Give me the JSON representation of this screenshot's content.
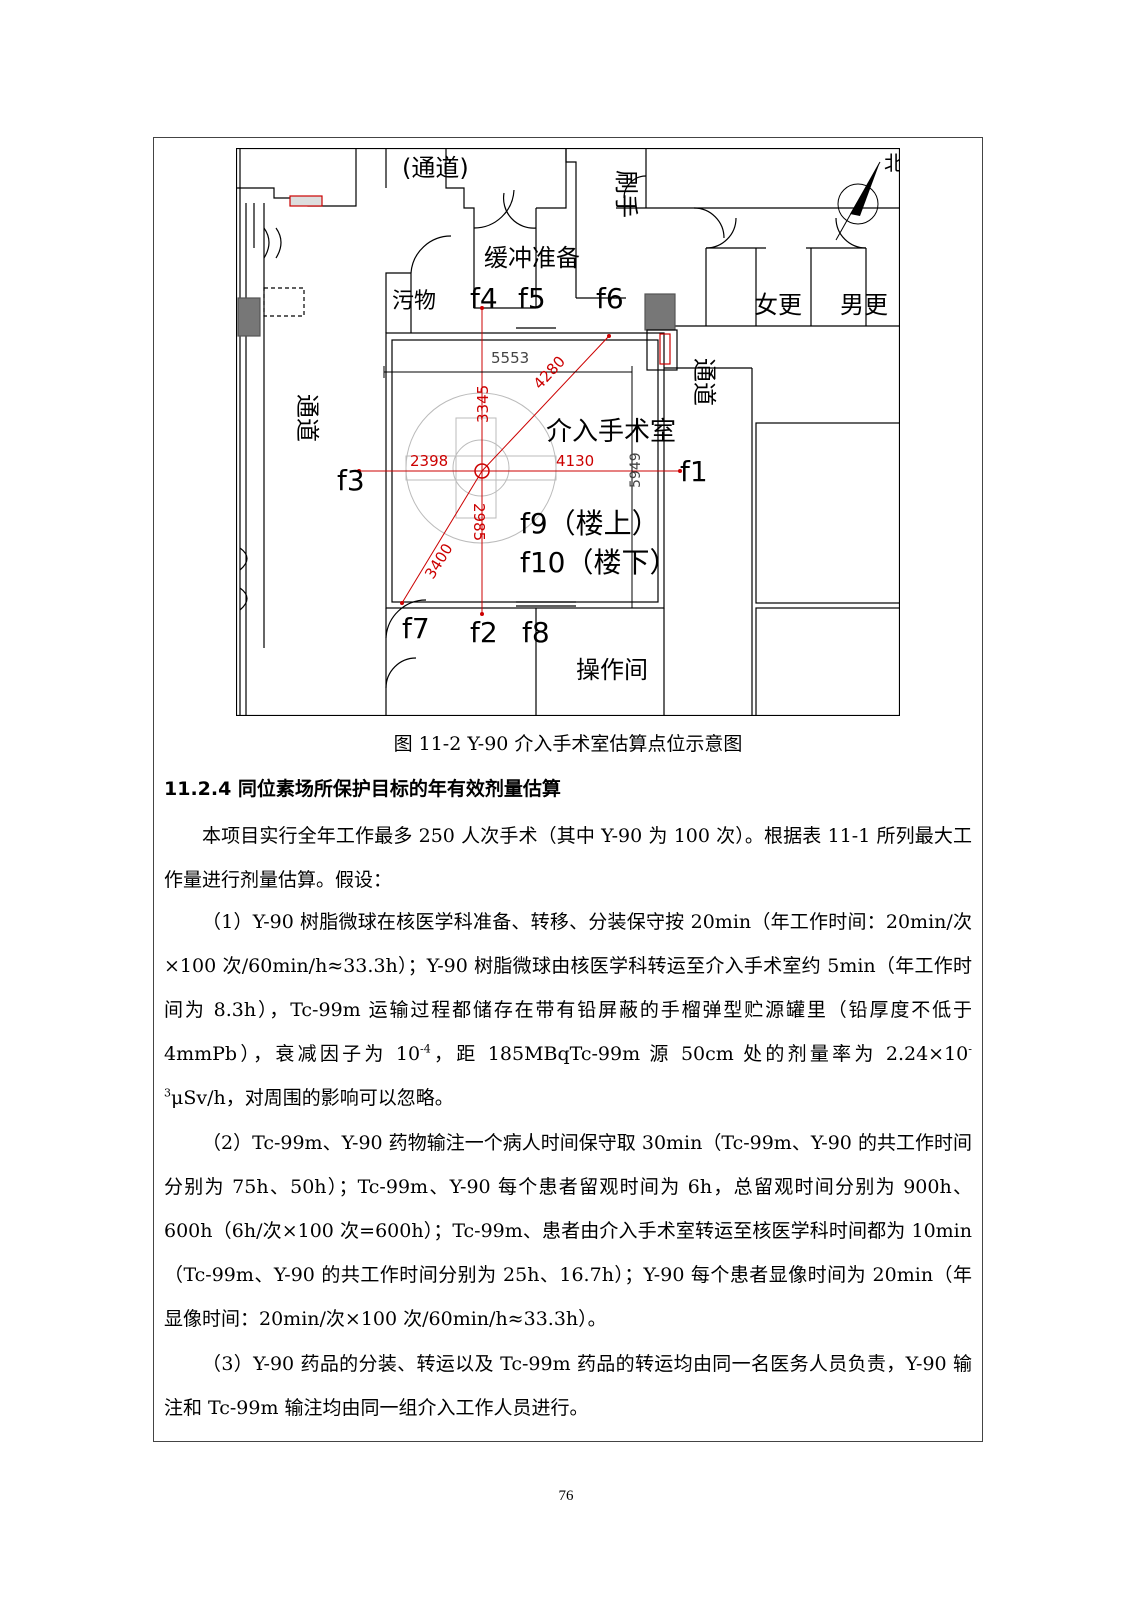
{
  "figure": {
    "room_labels": {
      "corridor_top": "(通道)",
      "wash": "刷手",
      "buffer": "缓冲准备",
      "waste": "污物",
      "female_change": "女更",
      "male_change": "男更",
      "corridor_left": "通道",
      "corridor_right": "通道",
      "or_room": "介入手术室",
      "control_room": "操作间"
    },
    "points": {
      "f1": "f1",
      "f2": "f2",
      "f3": "f3",
      "f4": "f4",
      "f5": "f5",
      "f6": "f6",
      "f7": "f7",
      "f8": "f8",
      "f9": "f9（楼上）",
      "f10": "f10（楼下）"
    },
    "dimensions": {
      "width": "5553",
      "depth": "5949",
      "to_f1": "4130",
      "to_f3": "2398",
      "to_f4": "3345",
      "to_f2": "2985",
      "to_f6": "4280",
      "to_f7": "3400"
    },
    "north_label": "北",
    "caption": "图 11-2    Y-90 介入手术室估算点位示意图"
  },
  "section": {
    "heading": "11.2.4 同位素场所保护目标的年有效剂量估算",
    "intro": "本项目实行全年工作最多 250 人次手术（其中 Y-90 为 100 次）。根据表 11-1 所列最大工作量进行剂量估算。假设：",
    "item1": {
      "part_a": "（1）Y-90 树脂微球在核医学科准备、转移、分装保守按 20min（年工作时间：20min/次×100 次/60min/h≈33.3h）；Y-90 树脂微球由核医学科转运至介入手术室约 5min（年工作时间为 8.3h），Tc-99m 运输过程都储存在带有铅屏蔽的手榴弹型贮源罐里（铅厚度不低于 4mmPb），衰减因子为 10",
      "sup_a": "-4",
      "part_b": "，距 185MBqTc-99m 源 50cm 处的剂量率为 2.24×10",
      "sup_b": "-3",
      "part_c": "μSv/h，对周围的影响可以忽略。"
    },
    "item2": "（2）Tc-99m、Y-90 药物输注一个病人时间保守取 30min（Tc-99m、Y-90 的共工作时间分别为 75h、50h）；Tc-99m、Y-90 每个患者留观时间为 6h，总留观时间分别为 900h、600h（6h/次×100 次=600h）；Tc-99m、患者由介入手术室转运至核医学科时间都为 10min（Tc-99m、Y-90 的共工作时间分别为 25h、16.7h）；Y-90 每个患者显像时间为 20min（年显像时间：20min/次×100 次/60min/h≈33.3h）。",
    "item3": "（3）Y-90 药品的分装、转运以及 Tc-99m 药品的转运均由同一名医务人员负责，Y-90 输注和 Tc-99m 输注均由同一组介入工作人员进行。"
  },
  "page_number": "76"
}
